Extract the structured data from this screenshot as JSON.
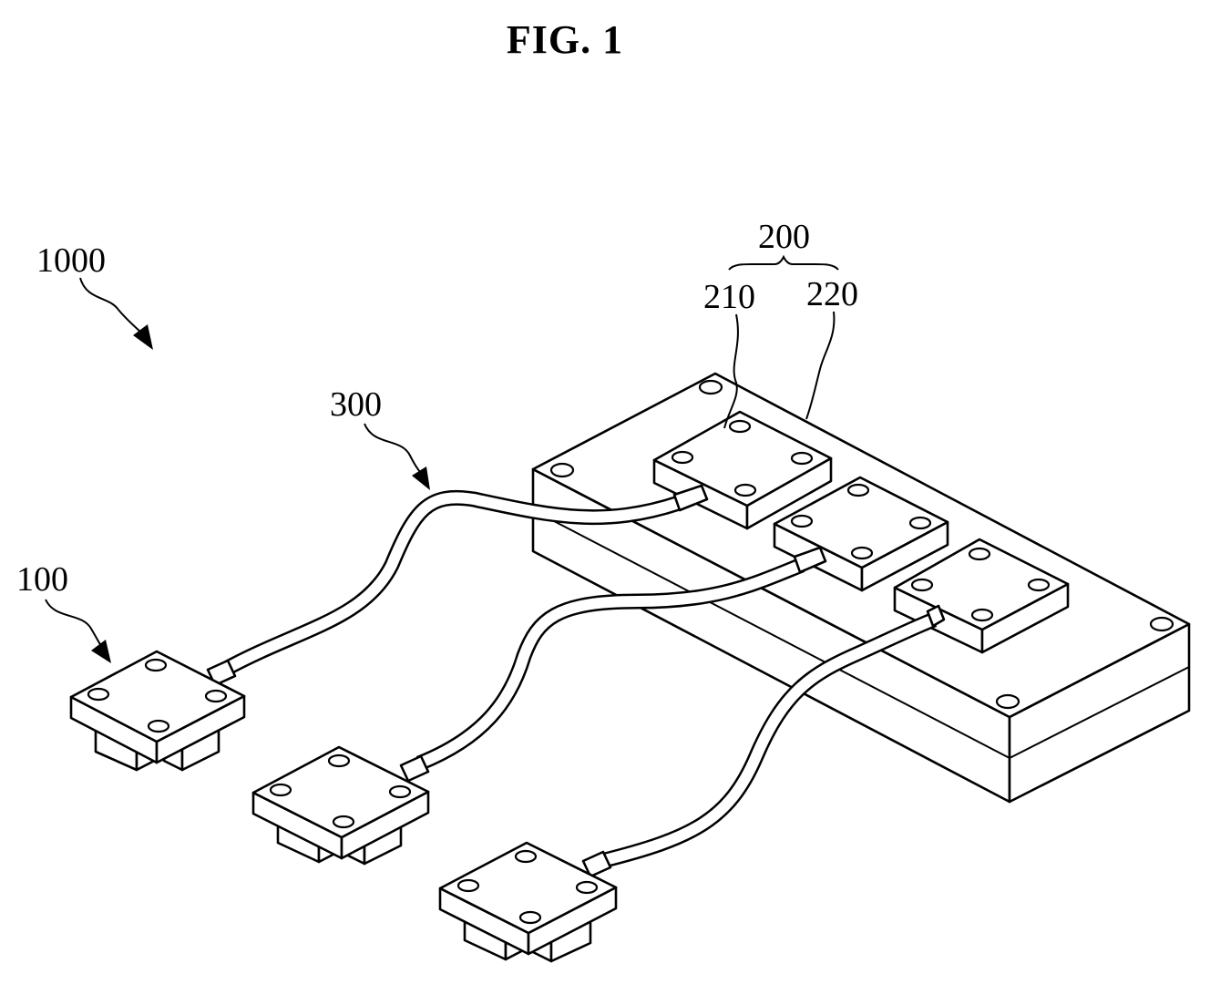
{
  "figure": {
    "title": "FIG. 1",
    "labels": {
      "system": "1000",
      "thermal_block": "200",
      "contact_pad": "210",
      "base_plate": "220",
      "cable": "300",
      "sensor_module": "100"
    }
  }
}
